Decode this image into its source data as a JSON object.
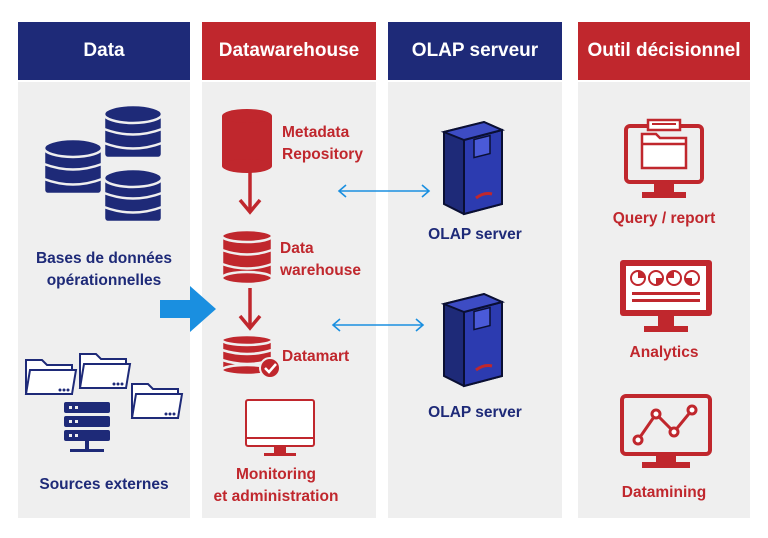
{
  "headers": {
    "data": "Data",
    "datawarehouse": "Datawarehouse",
    "olap": "OLAP serveur",
    "outil": "Outil décisionnel"
  },
  "data_column": {
    "databases_label_1": "Bases de données",
    "databases_label_2": "opérationnelles",
    "external_sources_label": "Sources externes"
  },
  "warehouse_column": {
    "metadata_label_1": "Metadata",
    "metadata_label_2": "Repository",
    "warehouse_label_1": "Data",
    "warehouse_label_2": "warehouse",
    "datamart_label": "Datamart",
    "monitoring_label_1": "Monitoring",
    "monitoring_label_2": "et administration"
  },
  "olap_column": {
    "server_label_1": "OLAP server",
    "server_label_2": "OLAP server"
  },
  "tools_column": {
    "query_label": "Query / report",
    "analytics_label": "Analytics",
    "datamining_label": "Datamining"
  },
  "colors": {
    "navy": "#1e2a78",
    "red": "#c0272d",
    "panel": "#efefef",
    "arrow_blue": "#1a8fe0"
  }
}
